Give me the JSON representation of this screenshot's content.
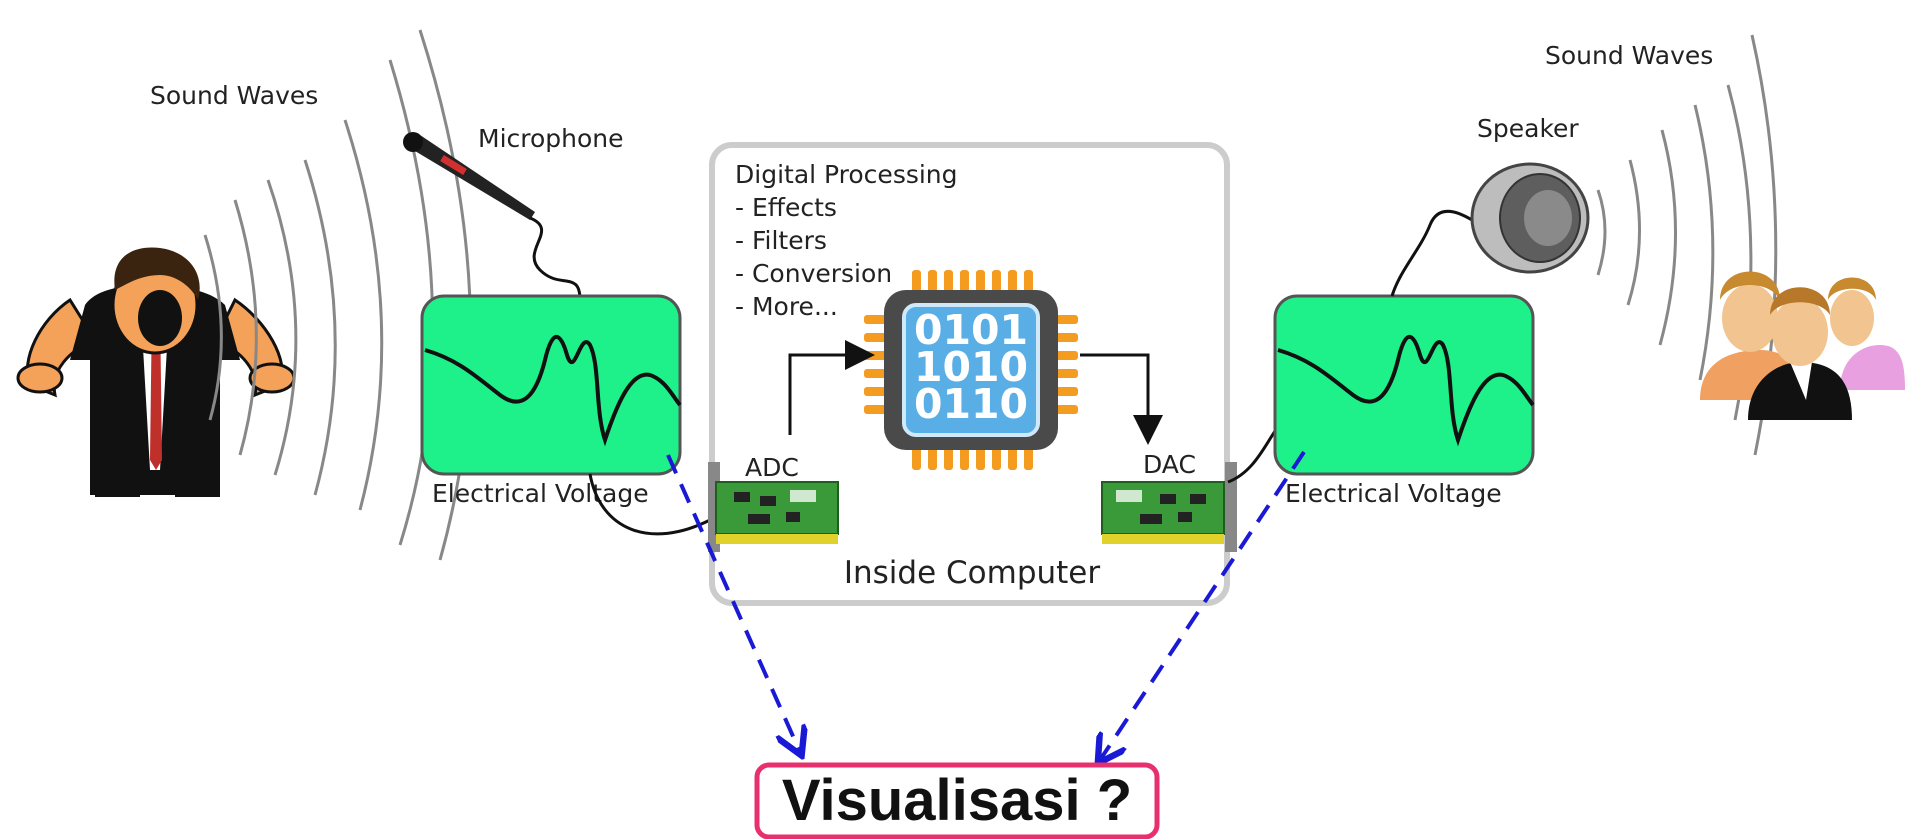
{
  "labels": {
    "sound_waves_left": "Sound Waves",
    "sound_waves_right": "Sound Waves",
    "microphone": "Microphone",
    "speaker": "Speaker",
    "electrical_voltage_left": "Electrical Voltage",
    "electrical_voltage_right": "Electrical Voltage",
    "adc": "ADC",
    "dac": "DAC",
    "inside_computer": "Inside Computer"
  },
  "processing": {
    "title": "Digital Processing",
    "items": [
      "- Effects",
      "- Filters",
      "- Conversion",
      "- More..."
    ]
  },
  "chip": {
    "lines": [
      "0101",
      "1010",
      "0110"
    ]
  },
  "visualisasi": {
    "label": "Visualisasi ?"
  },
  "colors": {
    "scope_green": "#1ef08a",
    "chip_orange": "#f39c1f",
    "chip_blue": "#5aaee6",
    "arrow_blue": "#1a1ad6",
    "box_pink": "#e8306e",
    "board_green": "#3a9a3a"
  }
}
